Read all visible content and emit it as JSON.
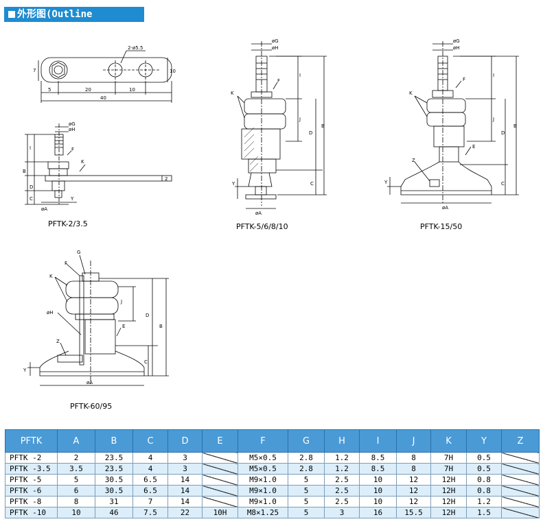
{
  "title": "外形图(Outline Drawing)",
  "captions": {
    "small": "PFTK-2/3.5",
    "mid": "PFTK-5/6/8/10",
    "right": "PFTK-15/50",
    "big": "PFTK-60/95"
  },
  "plate_labels": {
    "hole": "2-ø5.5",
    "h7": "7",
    "h10": "10",
    "d5": "5",
    "d20": "20",
    "d10": "10",
    "d40": "40"
  },
  "dim_labels": {
    "G": "øG",
    "H": "øH",
    "A": "øA",
    "B": "B",
    "C": "C",
    "D": "D",
    "E": "E",
    "F": "F",
    "I": "I",
    "J": "J",
    "K": "K",
    "Y": "Y",
    "Z": "Z",
    "two": "2",
    "G_plain": "G"
  },
  "table": {
    "headers": [
      "PFTK",
      "A",
      "B",
      "C",
      "D",
      "E",
      "F",
      "G",
      "H",
      "I",
      "J",
      "K",
      "Y",
      "Z"
    ],
    "rows": [
      [
        "PFTK -2",
        "2",
        "23.5",
        "4",
        "3",
        "",
        "M5×0.5",
        "2.8",
        "1.2",
        "8.5",
        "8",
        "7H",
        "0.5",
        ""
      ],
      [
        "PFTK -3.5",
        "3.5",
        "23.5",
        "4",
        "3",
        "",
        "M5×0.5",
        "2.8",
        "1.2",
        "8.5",
        "8",
        "7H",
        "0.5",
        ""
      ],
      [
        "PFTK -5",
        "5",
        "30.5",
        "6.5",
        "14",
        "",
        "M9×1.0",
        "5",
        "2.5",
        "10",
        "12",
        "12H",
        "0.8",
        ""
      ],
      [
        "PFTK -6",
        "6",
        "30.5",
        "6.5",
        "14",
        "",
        "M9×1.0",
        "5",
        "2.5",
        "10",
        "12",
        "12H",
        "0.8",
        ""
      ],
      [
        "PFTK -8",
        "8",
        "31",
        "7",
        "14",
        "",
        "M9×1.0",
        "5",
        "2.5",
        "10",
        "12",
        "12H",
        "1.2",
        ""
      ],
      [
        "PFTK -10",
        "10",
        "46",
        "7.5",
        "22",
        "10H",
        "M8×1.25",
        "5",
        "3",
        "16",
        "15.5",
        "12H",
        "1.5",
        ""
      ]
    ]
  }
}
